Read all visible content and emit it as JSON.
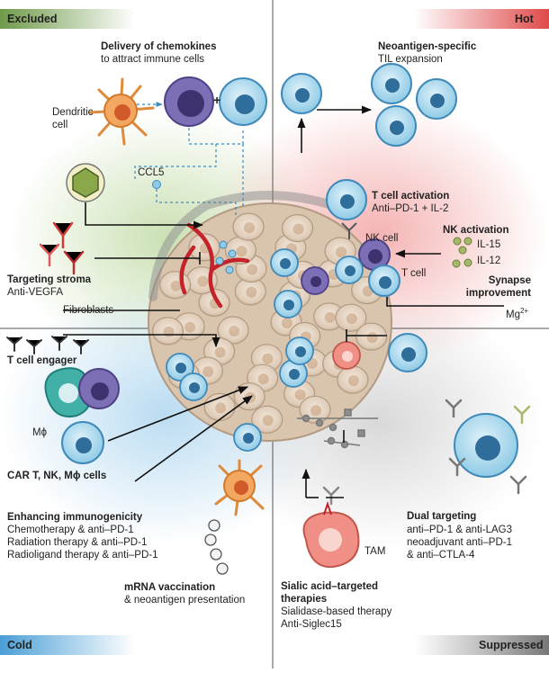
{
  "corners": {
    "excluded": "Excluded",
    "hot": "Hot",
    "cold": "Cold",
    "suppressed": "Suppressed"
  },
  "excluded": {
    "delivery_title": "Delivery of chemokines",
    "delivery_sub": "to attract immune cells",
    "dendritic_cell": "Dendritic\ncell",
    "plus": "+",
    "ccl5": "CCL5",
    "stroma_title": "Targeting stroma",
    "stroma_sub": "Anti-VEGFA",
    "fibroblasts": "Fibroblasts"
  },
  "hot": {
    "neoantigen_title": "Neoantigen-specific",
    "neoantigen_sub": "TIL expansion",
    "tcell_activation_title": "T cell activation",
    "tcell_activation_sub": "Anti–PD-1 + IL-2",
    "nk_activation_title": "NK activation",
    "il15": "IL-15",
    "il12": "IL-12",
    "nk_cell": "NK cell",
    "t_cell": "T cell",
    "synapse_title": "Synapse\nimprovement",
    "mg": "Mg"
  },
  "cold": {
    "engager": "T cell engager",
    "mphi": "Mϕ",
    "car": "CAR T, NK, Mϕ cells",
    "immuno_title": "Enhancing immunogenicity",
    "immuno_lines": [
      "Chemotherapy & anti–PD-1",
      "Radiation therapy & anti–PD-1",
      "Radioligand therapy & anti–PD-1"
    ],
    "mrna_title": "mRNA vaccination",
    "mrna_sub": "& neoantigen presentation"
  },
  "suppressed": {
    "tam": "TAM",
    "sialic_title": "Sialic acid–targeted\ntherapies",
    "sialic_lines": [
      "Sialidase-based therapy",
      "Anti-Siglec15"
    ],
    "dual_title": "Dual targeting",
    "dual_lines": [
      "anti–PD-1 & anti-LAG3",
      "neoadjuvant anti–PD-1",
      "& anti–CTLA-4"
    ]
  },
  "colors": {
    "excluded": "#6f9a4a",
    "hot": "#e04a4a",
    "cold": "#4a9fd6",
    "suppressed": "#777777",
    "tcell": "#a7d7ee",
    "tumor": "#e5d6c6",
    "vessel": "#c4232b"
  }
}
